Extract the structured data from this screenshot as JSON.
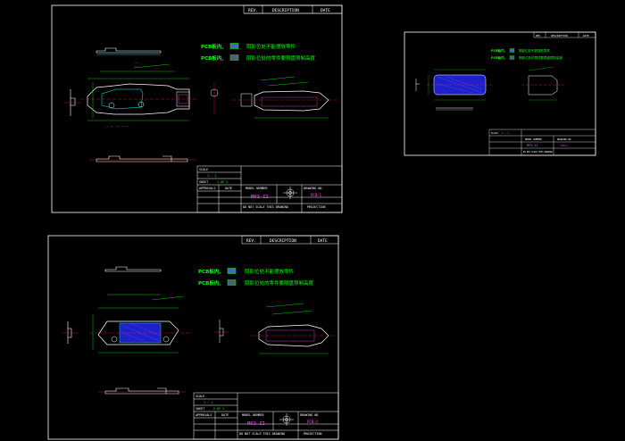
{
  "revision_table": {
    "rev": "REV.",
    "description": "DESCRIPTION",
    "date": "DATE"
  },
  "notes": {
    "pcb_in": "PCB板内,",
    "note1": "阴影位处不能摆放零件",
    "note2": "阴影位处的零件要限盘限制高度"
  },
  "title_block": {
    "scale_label": "SCALE",
    "scale_value": "1 : 1",
    "sheet_label": "SHEET",
    "approvals": "APPROVALS",
    "date": "DATE",
    "model_number_label": "MODEL NUMBER",
    "model_number": "MP3-II",
    "drawing_no_label": "DRAWING NO",
    "do_not_scale": "DO NOT SCALE THIS DRAWING",
    "projection": "PROJECTION"
  },
  "sheets": [
    {
      "sheet": "1 OF 2",
      "drawing_no": "PCB-1"
    },
    {
      "sheet": "1 OF 2",
      "drawing_no": "PCB-1"
    },
    {
      "sheet": "2 OF 2",
      "drawing_no": "PCB-2"
    }
  ],
  "colors": {
    "background": "#000000",
    "frame": "#ffffff",
    "text_green": "#00ff00",
    "text_yellow": "#ffff00",
    "dim_cyan": "#00ffff",
    "part_blue": "#2020c8",
    "accent_red": "#ff2020",
    "accent_magenta": "#ff40ff"
  }
}
